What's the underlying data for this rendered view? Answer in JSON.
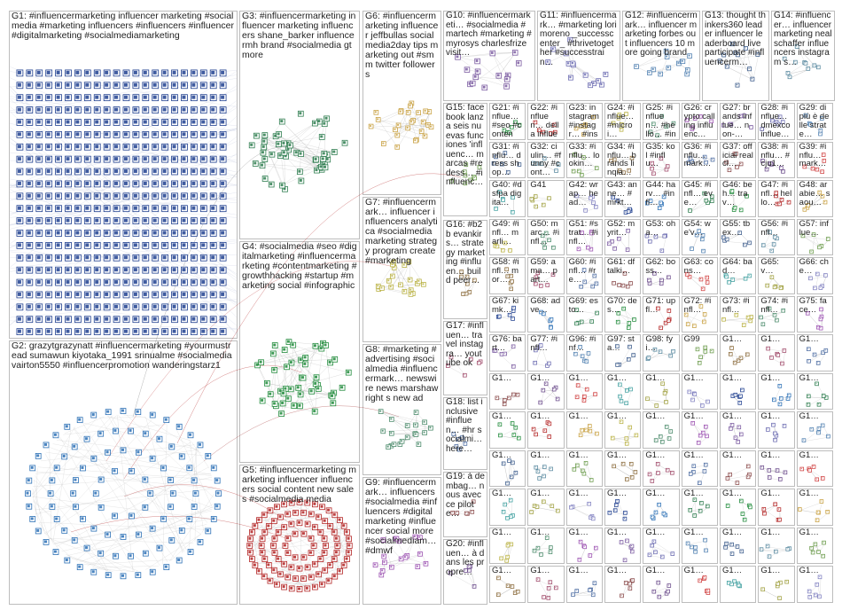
{
  "groups": [
    {
      "id": "G1",
      "text": "G1: #influencermarketing influencer marketing #socialmedia #marketing influencers #influencers #influencer #digitalmarketing #socialmediamarketing",
      "color": "#1f3f8f"
    },
    {
      "id": "G2",
      "text": "G2: grazytgrazynatt #influencermarketing #yourmustread sumawun kiyotaka_1991 srinualme #socialmedia vairton5550 #influencerpromotion wanderingstarz1",
      "color": "#2a6fb5"
    },
    {
      "id": "G3",
      "text": "G3: #influencermarketing influencer marketing influencers shane_barker influencermh brand #socialmedia gt more",
      "color": "#2e7d4f"
    },
    {
      "id": "G4",
      "text": "G4: #socialmedia #seo #digitalmarketing #influencermarketing #contentmarketing #growthhacking #startup #marketing social #infographic",
      "color": "#1f8a3a"
    },
    {
      "id": "G5",
      "text": "G5: #influencermarketing marketing influencer influencers social content new sales #socialmedia media",
      "color": "#b22222"
    },
    {
      "id": "G6",
      "text": "G6: #influencermarketing influencer jeffbullas socialmedia2day tips marketing out #smm twitter followers",
      "color": "#c8a040"
    },
    {
      "id": "G7",
      "text": "G7: #influencermark… influencer influencers analytica #socialmedia marketing strategy program create #marketing",
      "color": "#b8b040"
    },
    {
      "id": "G8",
      "text": "G8: #marketing #advertising #socialmedia #influencermark… newswire news marshawright s new ad",
      "color": "#4a8a6a"
    },
    {
      "id": "G9",
      "text": "G9: #influencermark… influencers #socialmedia #influencers #digitalmarketing #influencer social more #socialmediam… #dmwf",
      "color": "#9a4fb0"
    },
    {
      "id": "G10",
      "text": "G10: #influencermarketi… #socialmedia #martech #marketing #myrosys charlesfrize visit…",
      "color": "#7a5aa0"
    },
    {
      "id": "G11",
      "text": "G11: #influencermark… #marketing lorimoreno _successcenter_ #thrivetogether #successtrain…",
      "color": "#6a6ab0"
    },
    {
      "id": "G12",
      "text": "G12: #influencermark… influencer marketing forbes out influencers 10 more going brand",
      "color": "#4f7fb0"
    },
    {
      "id": "G13",
      "text": "G13: thought thinkers360 leader influencer leaderboard live participate #influencerm…",
      "color": "#3a5a8a"
    },
    {
      "id": "G14",
      "text": "G14: #influencer… influencer marketing nealschaffer influencers instagram s…",
      "color": "#5a8aa0"
    },
    {
      "id": "G15",
      "text": "G15: facebook lanza seis nuevas funciones 'influenc… marcas #redess… #influenc…",
      "color": "#6a9a4a"
    },
    {
      "id": "G16",
      "text": "G16: #b2b evankirs… strategy marketing #influen… build peer…",
      "color": "#8a6a3a"
    },
    {
      "id": "G17",
      "text": "G17: #influen… travel instagra… youtube ok",
      "color": "#a04a6a"
    },
    {
      "id": "G18",
      "text": "G18: list inclusive #influen… #hr socialmi… here…",
      "color": "#4a6aa0"
    },
    {
      "id": "G19",
      "text": "G19: à dembag… nous avec ce pilote…",
      "color": "#8a4a4a"
    },
    {
      "id": "G20",
      "text": "G20: #influen… à dans les propre…",
      "color": "#6a4a8a"
    }
  ],
  "small_cells_sample": [
    "G21: #influe… #seo #content…",
    "G22: #influen… della influenc…",
    "G23: instagram #instagr… #instagr…",
    "G24: #influe… #microi…",
    "G25: #influen… #hello… #influen…",
    "G26: crypto calling influenc…",
    "G27: brands influe… non-…",
    "G28: #influe… dmexco influe…",
    "G29: di più è delle strate…",
    "G31: #influ… dress shop…",
    "G32: ciulin… #funny #cont…",
    "G33: #influ… lookin…",
    "G34: #influ… brands linqia…",
    "G35: kol #influ…",
    "G36: #influ… mark…",
    "G37: official realcl…",
    "G38: #influ… #cju1…",
    "G39: #influ… mark…",
    "G40: #dsfpa digita…",
    "G41",
    "G42: wrap… head…",
    "G43: anne… #mrkt…",
    "G44: harv… #infl…",
    "G45: #infl… eve…",
    "G46: beh… trav…",
    "G47: #infl… hello…",
    "G48: arabie… saou…",
    "G49: #infl… marli…",
    "G50: marc… #infl…",
    "G51: #strat… #infl…",
    "G52: myrit…",
    "G53: oha…",
    "G54: we'v…",
    "G55: tbex…",
    "G56: #infl…",
    "G57: influe…",
    "G58: #infl… mor…",
    "G59: ama… part…",
    "G60: #infl… #re…",
    "G61: df talki…",
    "G62: boss…",
    "G63: cons…",
    "G64: bad…",
    "G65: v…",
    "G66: che…",
    "G67: kimk…",
    "G68: adve…",
    "G69: esto…",
    "G70: des…",
    "G71: upfl…",
    "G72: #infl…",
    "G73: #infl…",
    "G74: #infl…",
    "G75: face…",
    "G76: bart…",
    "G77: #infl…",
    "G96: #inf…",
    "G97: sta…",
    "G98: fyi…",
    "G99",
    "G1…"
  ],
  "palette": [
    "#1f3f8f",
    "#2a6fb5",
    "#2e7d4f",
    "#1f8a3a",
    "#b22222",
    "#c8a040",
    "#b8b040",
    "#4a8a6a",
    "#9a4fb0",
    "#7a5aa0",
    "#6a6ab0",
    "#4f7fb0",
    "#3a5a8a",
    "#5a8aa0",
    "#6a9a4a",
    "#8a6a3a",
    "#a04a6a",
    "#4a6aa0",
    "#8a4a4a",
    "#6a4a8a",
    "#d04040",
    "#40a0a0",
    "#a0a040",
    "#8080c0"
  ]
}
